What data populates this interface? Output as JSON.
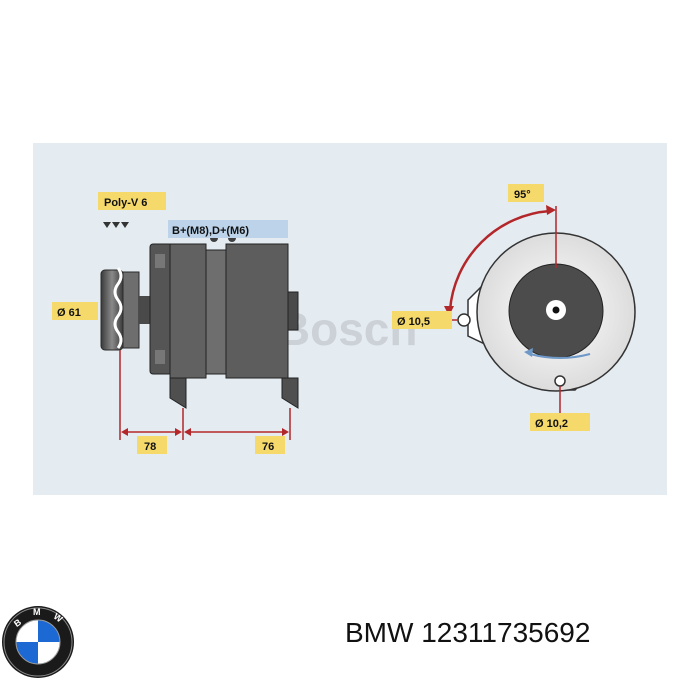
{
  "diagram": {
    "pulley_label": "Poly-V 6",
    "pulley_diameter": "Ø 61",
    "terminals": "B+(M8),D+(M6)",
    "length_front": "78",
    "length_rear": "76",
    "mount_angle": "95°",
    "hole_upper": "Ø 10,5",
    "hole_lower": "Ø 10,2",
    "watermark": "©Bosch"
  },
  "footer": {
    "brand": "BMW",
    "part_number": "12311735692",
    "logo_icon": "bmw-roundel-icon"
  },
  "colors": {
    "background_panel": "#e4ecf2",
    "label_yellow": "#f5d96b",
    "label_blue": "#bcd3ea",
    "dimension_red": "#b3272b",
    "body_gray": "#5b5b5b",
    "bmw_blue": "#1c69d4"
  }
}
